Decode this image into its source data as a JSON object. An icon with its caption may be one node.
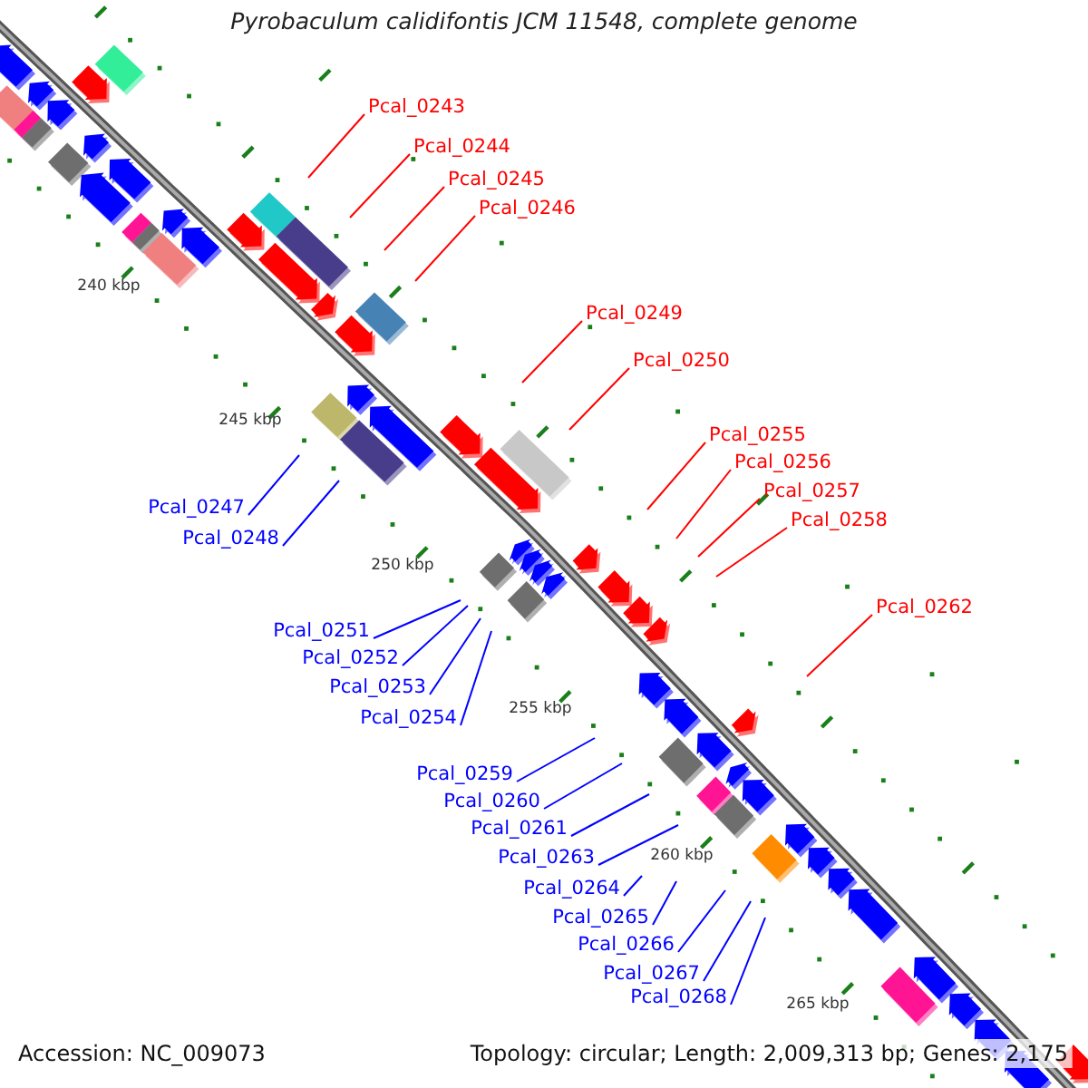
{
  "diagram": {
    "title": "Pyrobaculum calidifontis JCM 11548, complete genome",
    "nodes": [
      {
        "text": [
          "Pcal_0243"
        ]
      },
      {
        "text": [
          "Pcal_0244"
        ]
      },
      {
        "text": [
          "Pcal_0245"
        ]
      },
      {
        "text": [
          "Pcal_0246"
        ]
      },
      {
        "text": [
          "Pcal_0249"
        ]
      },
      {
        "text": [
          "Pcal_0250"
        ]
      },
      {
        "text": [
          "Pcal_0255"
        ]
      },
      {
        "text": [
          "Pcal_0256"
        ]
      },
      {
        "text": [
          "Pcal_0257"
        ]
      },
      {
        "text": [
          "Pcal_0247"
        ]
      },
      {
        "text": [
          "Pcal_0258"
        ]
      },
      {
        "text": [
          "Pcal_0248"
        ]
      },
      {
        "text": [
          "Pcal_0262"
        ]
      },
      {
        "text": [
          "Pcal_0251"
        ]
      },
      {
        "text": [
          "Pcal_0252"
        ]
      },
      {
        "text": [
          "Pcal_0253"
        ]
      },
      {
        "text": [
          "Pcal_0254"
        ]
      },
      {
        "text": [
          "Pcal_0259"
        ]
      },
      {
        "text": [
          "Pcal_0260"
        ]
      },
      {
        "text": [
          "Pcal_0261"
        ]
      },
      {
        "text": [
          "Pcal_0263"
        ]
      },
      {
        "text": [
          "Pcal_0264"
        ]
      },
      {
        "text": [
          "Pcal_0265"
        ]
      },
      {
        "text": [
          "Pcal_0266"
        ]
      },
      {
        "text": [
          "Pcal_0267"
        ]
      },
      {
        "text": [
          "Pcal_0268"
        ]
      }
    ],
    "edges": [
      {
        "from": 0,
        "to": null,
        "arrow": "none",
        "color": "#ff0000"
      },
      {
        "from": 1,
        "to": null,
        "arrow": "none",
        "color": "#ff0000"
      },
      {
        "from": 2,
        "to": null,
        "arrow": "none",
        "color": "#ff0000"
      },
      {
        "from": 3,
        "to": null,
        "arrow": "none",
        "color": "#ff0000"
      },
      {
        "from": 4,
        "to": null,
        "arrow": "none",
        "color": "#ff0000"
      },
      {
        "from": 5,
        "to": null,
        "arrow": "none",
        "color": "#ff0000"
      },
      {
        "from": 6,
        "to": null,
        "arrow": "none",
        "color": "#ff0000"
      },
      {
        "from": 7,
        "to": null,
        "arrow": "none",
        "color": "#ff0000"
      },
      {
        "from": 8,
        "to": null,
        "arrow": "none",
        "color": "#ff0000"
      },
      {
        "from": 9,
        "to": null,
        "arrow": "none"
      },
      {
        "from": 10,
        "to": null,
        "arrow": "none",
        "color": "#ff0000"
      },
      {
        "from": 11,
        "to": null,
        "arrow": "none"
      },
      {
        "from": 12,
        "to": null,
        "arrow": "none",
        "color": "#ff0000"
      },
      {
        "from": 13,
        "to": null,
        "arrow": "none"
      },
      {
        "from": 14,
        "to": null,
        "arrow": "none"
      },
      {
        "from": 15,
        "to": null,
        "arrow": "none"
      },
      {
        "from": 16,
        "to": null,
        "arrow": "none"
      },
      {
        "from": 17,
        "to": null,
        "arrow": "none"
      },
      {
        "from": 18,
        "to": null,
        "arrow": "none"
      },
      {
        "from": 19,
        "to": null,
        "arrow": "none"
      },
      {
        "from": 20,
        "to": null,
        "arrow": "none"
      },
      {
        "from": 21,
        "to": null,
        "arrow": "none"
      },
      {
        "from": 22,
        "to": null,
        "arrow": "none"
      },
      {
        "from": 23,
        "to": null,
        "arrow": "none"
      },
      {
        "from": 24,
        "to": null,
        "arrow": "none"
      },
      {
        "from": 25,
        "to": null,
        "arrow": "none"
      }
    ],
    "labels": [
      "240 kbp",
      "245 kbp",
      "250 kbp",
      "255 kbp",
      "260 kbp",
      "265 kbp",
      "Accession: NC_009073",
      "Topology: circular; Length: 2,009,313 bp; Genes: 2,175"
    ]
  }
}
